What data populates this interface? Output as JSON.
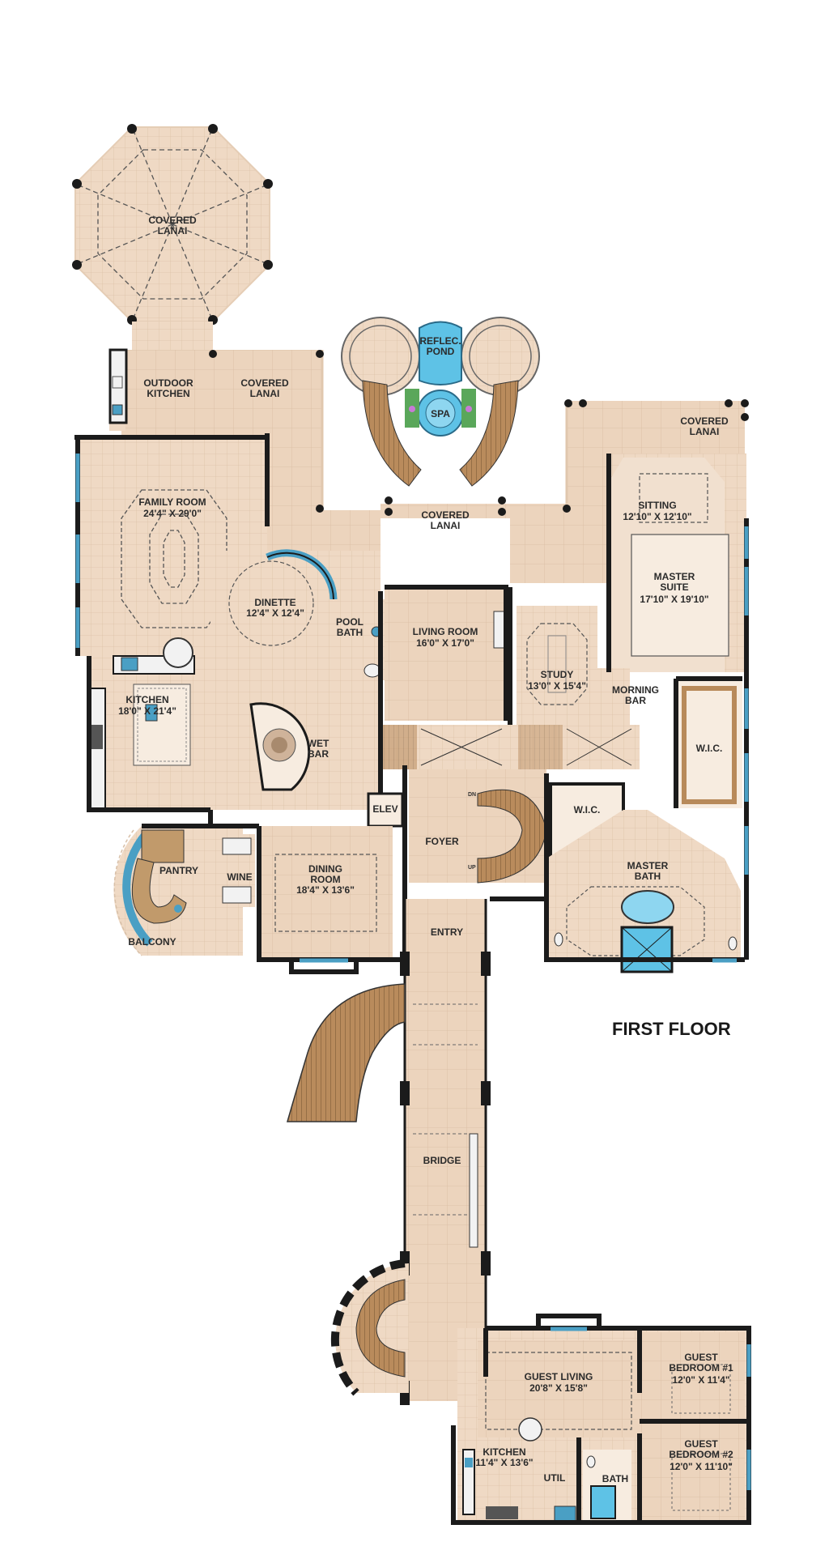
{
  "plan": {
    "title": "FIRST FLOOR",
    "colors": {
      "wall": "#1b1b1b",
      "floor": "#efd9c4",
      "tile_line": "#d6bca3",
      "window": "#4a9fc4",
      "stair": "#b88a5a",
      "water": "#5ec2e6",
      "grass": "#5aa75a"
    },
    "rooms": {
      "covered_lanai_1": {
        "name": "COVERED\nLANAI"
      },
      "outdoor_kitchen": {
        "name": "OUTDOOR\nKITCHEN"
      },
      "covered_lanai_2": {
        "name": "COVERED\nLANAI"
      },
      "reflec_pond": {
        "name": "REFLEC.\nPOND"
      },
      "spa": {
        "name": "SPA"
      },
      "covered_lanai_3": {
        "name": "COVERED\nLANAI"
      },
      "covered_lanai_4": {
        "name": "COVERED\nLANAI"
      },
      "family_room": {
        "name": "FAMILY ROOM",
        "dim": "24'4\" X 29'0\""
      },
      "sitting": {
        "name": "SITTING",
        "dim": "12'10\" X 12'10\""
      },
      "master_suite": {
        "name": "MASTER\nSUITE",
        "dim": "17'10\" X 19'10\""
      },
      "dinette": {
        "name": "DINETTE",
        "dim": "12'4\" X 12'4\""
      },
      "pool_bath": {
        "name": "POOL\nBATH"
      },
      "living_room": {
        "name": "LIVING ROOM",
        "dim": "16'0\" X 17'0\""
      },
      "study": {
        "name": "STUDY",
        "dim": "13'0\" X 15'4\""
      },
      "morning_bar": {
        "name": "MORNING\nBAR"
      },
      "kitchen": {
        "name": "KITCHEN",
        "dim": "18'0\" X 21'4\""
      },
      "wet_bar": {
        "name": "WET\nBAR"
      },
      "wic_1": {
        "name": "W.I.C."
      },
      "elev": {
        "name": "ELEV"
      },
      "foyer": {
        "name": "FOYER"
      },
      "wic_2": {
        "name": "W.I.C."
      },
      "pantry": {
        "name": "PANTRY"
      },
      "wine": {
        "name": "WINE"
      },
      "dining_room": {
        "name": "DINING\nROOM",
        "dim": "18'4\" X 13'6\""
      },
      "master_bath": {
        "name": "MASTER\nBATH"
      },
      "balcony": {
        "name": "BALCONY"
      },
      "entry": {
        "name": "ENTRY"
      },
      "bridge": {
        "name": "BRIDGE"
      },
      "guest_living": {
        "name": "GUEST LIVING",
        "dim": "20'8\" X 15'8\""
      },
      "guest_bedroom_1": {
        "name": "GUEST\nBEDROOM #1",
        "dim": "12'0\" X 11'4\""
      },
      "guest_bedroom_2": {
        "name": "GUEST\nBEDROOM #2",
        "dim": "12'0\" X 11'10\""
      },
      "guest_kitchen": {
        "name": "KITCHEN",
        "dim": "11'4\" X 13'6\""
      },
      "util": {
        "name": "UTIL"
      },
      "bath": {
        "name": "BATH"
      }
    },
    "stair_marks": {
      "dn": "DN",
      "up": "UP"
    }
  }
}
